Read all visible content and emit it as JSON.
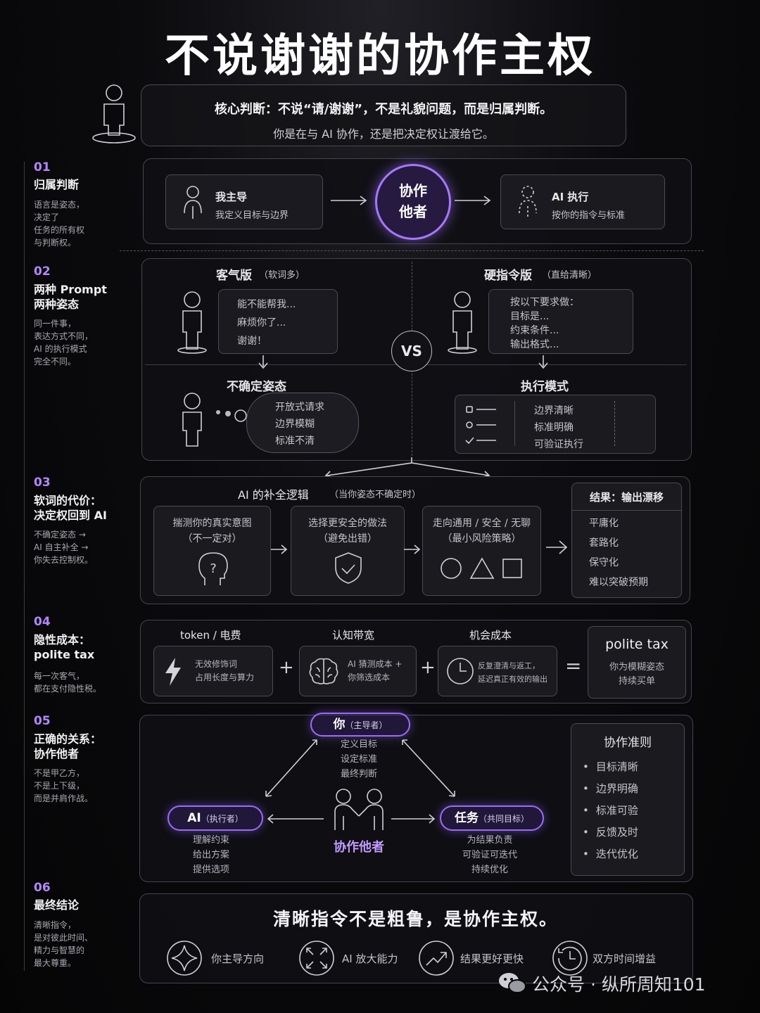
{
  "title": "不说谢谢的协作主权",
  "intro": {
    "line1": "核心判断：不说“请/谢谢”，不是礼貌问题，而是归属判断。",
    "line2": "你是在与 AI 协作，还是把决定权让渡给它。"
  },
  "s01": {
    "num": "01",
    "title": "归属判断",
    "desc": "语言是姿态，\n决定了\n任务的所有权\n与判断权。",
    "left_title": "我主导",
    "left_sub": "我定义目标与边界",
    "center": "协作\n他者",
    "right_title": "AI 执行",
    "right_sub": "按你的指令与标准"
  },
  "s02": {
    "num": "02",
    "title": "两种 Prompt\n两种姿态",
    "desc": "同一件事，\n表达方式不同，\nAI 的执行模式\n完全不同。",
    "polite_title": "客气版",
    "polite_tag": "（软词多）",
    "polite_lines": "能不能帮我...\n麻烦你了...\n谢谢！",
    "hard_title": "硬指令版",
    "hard_tag": "（直给清晰）",
    "hard_lines": "按以下要求做：\n目标是...\n约束条件...\n输出格式...",
    "vs": "VS",
    "uncertain_title": "不确定姿态",
    "uncertain_lines": "开放式请求\n边界模糊\n标准不清",
    "exec_title": "执行模式",
    "exec_lines": "边界清晰\n标准明确\n可验证执行"
  },
  "s03": {
    "num": "03",
    "title": "软词的代价：\n决定权回到 AI",
    "desc": "不确定姿态 →\nAI 自主补全 →\n你失去控制权。",
    "header": "AI 的补全逻辑",
    "header_tag": "（当你姿态不确定时）",
    "step1": "揣测你的真实意图\n（不一定对）",
    "step2": "选择更安全的做法\n（避免出错）",
    "step3": "走向通用 / 安全 / 无聊\n（最小风险策略）",
    "result_title": "结果：输出漂移",
    "result_items": [
      "平庸化",
      "套路化",
      "保守化",
      "难以突破预期"
    ]
  },
  "s04": {
    "num": "04",
    "title": "隐性成本：\npolite tax",
    "desc": "每一次客气，\n都在支付隐性税。",
    "c1_label": "token / 电费",
    "c1_text": "无效修饰词\n占用长度与算力",
    "c2_label": "认知带宽",
    "c2_text": "AI 猜测成本 +\n你筛选成本",
    "c3_label": "机会成本",
    "c3_text": "反复澄清与返工，\n延迟真正有效的输出",
    "plus": "+",
    "eq": "=",
    "res_title": "polite tax",
    "res_text": "你为模糊姿态\n持续买单"
  },
  "s05": {
    "num": "05",
    "title": "正确的关系：\n协作他者",
    "desc": "不是甲乙方，\n不是上下级，\n而是并肩作战。",
    "you": "你",
    "you_tag": "（主导者）",
    "you_lines": "定义目标\n设定标准\n最终判断",
    "ai": "AI",
    "ai_tag": "（执行者）",
    "ai_lines": "理解约束\n给出方案\n提供选项",
    "task": "任务",
    "task_tag": "（共同目标）",
    "task_lines": "为结果负责\n可验证可迭代\n持续优化",
    "center": "协作他者",
    "rules_title": "协作准则",
    "rules": [
      "目标清晰",
      "边界明确",
      "标准可验",
      "反馈及时",
      "迭代优化"
    ]
  },
  "s06": {
    "num": "06",
    "title": "最终结论",
    "desc": "清晰指令，\n是对彼此时间、\n精力与智慧的\n最大尊重。",
    "headline": "清晰指令不是粗鲁，是协作主权。",
    "items": [
      "你主导方向",
      "AI 放大能力",
      "结果更好更快",
      "双方时间增益"
    ]
  },
  "watermark": "公众号 · 纵所周知101"
}
